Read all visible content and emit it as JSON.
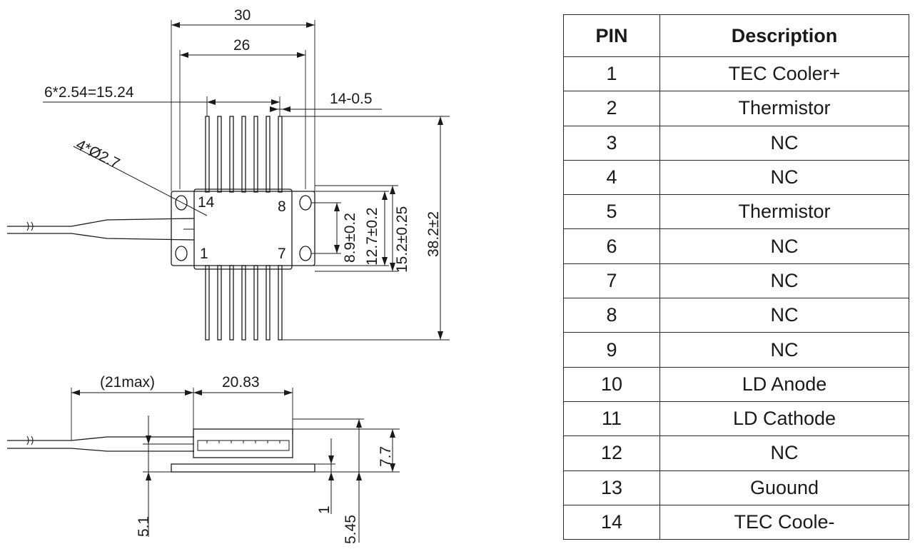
{
  "drawing": {
    "top_view": {
      "dim_overall_width": "30",
      "dim_body_width": "26",
      "dim_pin_span": "6*2.54=15.24",
      "dim_pin_count_width": "14-0.5",
      "dim_hole_dia": "4*Ø2.7",
      "dim_hole_spacing": "8.9±0.2",
      "dim_body_height": "12.7±0.2",
      "dim_flange_height": "15.2±0.25",
      "dim_overall_length": "38.2±2",
      "pin_label_14": "14",
      "pin_label_8": "8",
      "pin_label_1": "1",
      "pin_label_7": "7"
    },
    "side_view": {
      "dim_fiber_length": "(21max)",
      "dim_body_length": "20.83",
      "dim_height": "7.7",
      "dim_fiber_height": "5.1",
      "dim_base": "1",
      "dim_pin_height": "5.45"
    }
  },
  "table": {
    "headers": [
      "PIN",
      "Description"
    ],
    "rows": [
      [
        "1",
        "TEC Cooler+"
      ],
      [
        "2",
        "Thermistor"
      ],
      [
        "3",
        "NC"
      ],
      [
        "4",
        "NC"
      ],
      [
        "5",
        "Thermistor"
      ],
      [
        "6",
        "NC"
      ],
      [
        "7",
        "NC"
      ],
      [
        "8",
        "NC"
      ],
      [
        "9",
        "NC"
      ],
      [
        "10",
        "LD Anode"
      ],
      [
        "11",
        "LD Cathode"
      ],
      [
        "12",
        "NC"
      ],
      [
        "13",
        "Guound"
      ],
      [
        "14",
        "TEC Coole-"
      ]
    ]
  }
}
